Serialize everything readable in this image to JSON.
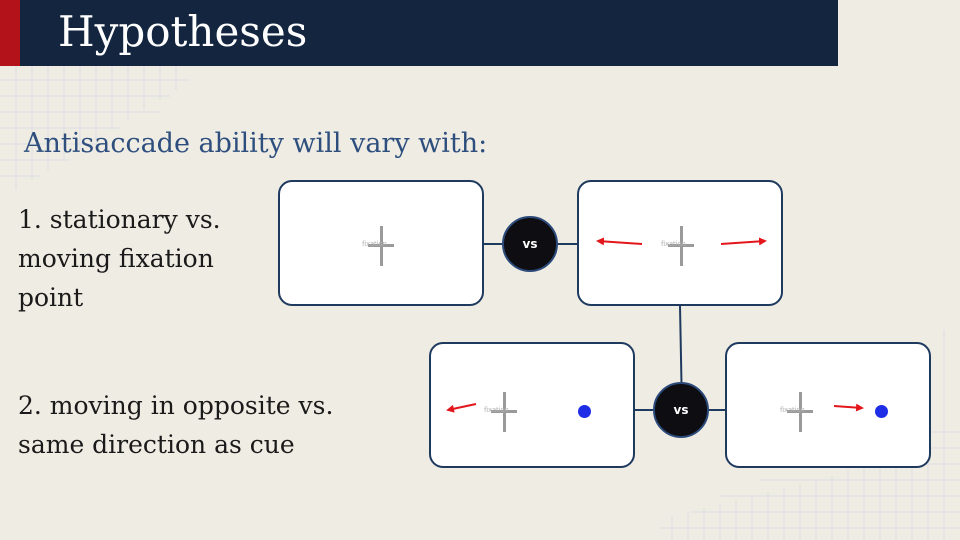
{
  "slide": {
    "title": "Hypotheses",
    "subtitle": "Antisaccade ability will vary with:",
    "hypothesis_1": "1. stationary vs. moving fixation point",
    "hypothesis_2": "2. moving in opposite vs. same direction as cue"
  },
  "diagram": {
    "comparison_label": "vs",
    "fixation_label": "fixation",
    "colors": {
      "title_bar": "#13253f",
      "accent": "#b3121b",
      "panel_border": "#1f3a5f",
      "arrow": "#e3161b",
      "target_dot": "#1f2ee6",
      "vs_fill": "#0d0d12"
    },
    "panels": [
      {
        "name": "stationary-fixation",
        "arrows": "none",
        "target": "none"
      },
      {
        "name": "moving-fixation",
        "arrows": "left-and-right",
        "target": "none"
      },
      {
        "name": "opposite-direction",
        "arrows": "left",
        "target": "right"
      },
      {
        "name": "same-direction",
        "arrows": "right",
        "target": "right"
      }
    ]
  }
}
